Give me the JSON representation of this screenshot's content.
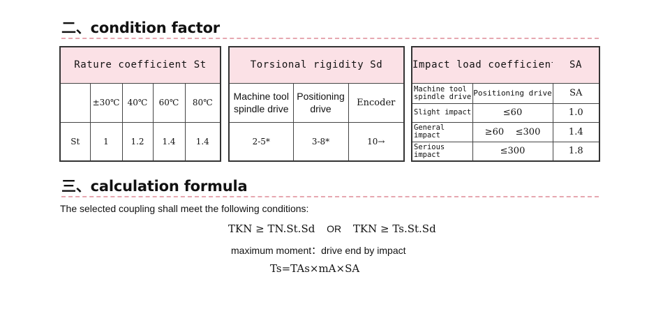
{
  "section2": {
    "heading": "二、condition factor"
  },
  "section3": {
    "heading": "三、calculation formula"
  },
  "table_st": {
    "title": "Rature coefficient St",
    "temps": [
      "±30℃",
      "40℃",
      "60℃",
      "80℃"
    ],
    "row_label": "St",
    "values": [
      "1",
      "1.2",
      "1.4",
      "1.4"
    ]
  },
  "table_sd": {
    "title": "Torsional rigidity  Sd",
    "headers": [
      "Machine tool spindle drive",
      "Positioning drive",
      "Encoder"
    ],
    "values": [
      "2-5*",
      "3-8*",
      "10→"
    ]
  },
  "table_sa": {
    "title": "Impact load coefficient",
    "title_sa": "SA",
    "headers": [
      "Machine tool spindle drive",
      "Positioning drive",
      "SA"
    ],
    "rows": [
      {
        "label": "Slight impact",
        "range": "≤60",
        "value": "1.0"
      },
      {
        "label": "General impact",
        "range": "≥60    ≤300",
        "value": "1.4"
      },
      {
        "label": "Serious impact",
        "range": "≤300",
        "value": "1.8"
      }
    ]
  },
  "calc": {
    "intro": "The selected coupling shall meet the following conditions:",
    "formula_left": "TKN ≥ TN.St.Sd",
    "formula_or": "OR",
    "formula_right": "TKN ≥ Ts.St.Sd",
    "max_moment": "maximum moment：drive end by impact",
    "formula_ts": "Ts=TAs×mA×SA"
  }
}
